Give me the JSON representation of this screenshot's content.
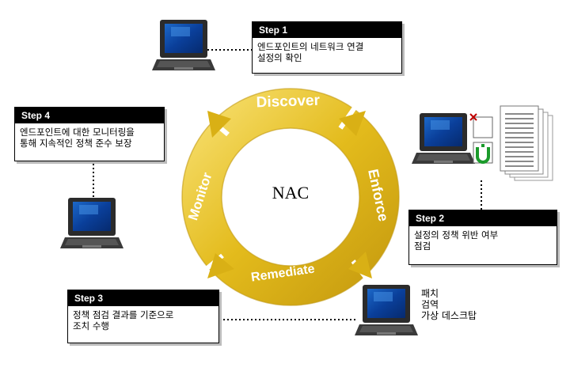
{
  "center_label": "NAC",
  "cycle": {
    "stages": [
      "Discover",
      "Enforce",
      "Remediate",
      "Monitor"
    ],
    "colors": {
      "ring_light": "#f3d65a",
      "ring_mid": "#e0b81a",
      "ring_dark": "#b8900c",
      "text": "#ffffff"
    }
  },
  "steps": [
    {
      "title": "Step 1",
      "lines": [
        "엔드포인트의 네트워크 연결",
        "설정의 확인"
      ]
    },
    {
      "title": "Step 2",
      "lines": [
        "설정의 정책 위반 여부",
        "점검"
      ]
    },
    {
      "title": "Step 3",
      "lines": [
        "정책 점검 결과를 기준으로",
        "조치 수행"
      ]
    },
    {
      "title": "Step 4",
      "lines": [
        "엔드포인트에 대한 모니터링을",
        "통해 지속적인 정책 준수 보장"
      ]
    }
  ],
  "remediation_list": [
    "패치",
    "검역",
    "가상 데스크탑"
  ],
  "icons": [
    "laptop-icon",
    "document-stack-icon",
    "fail-check-icon",
    "pass-check-icon"
  ]
}
